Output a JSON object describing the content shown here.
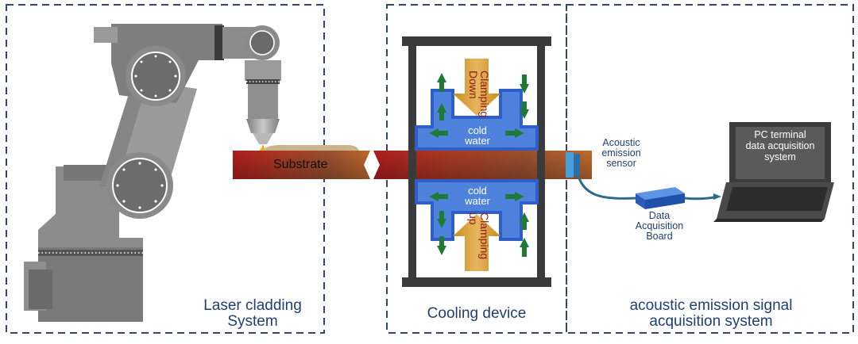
{
  "panels": {
    "laser": {
      "line1": "Laser cladding",
      "line2": "System"
    },
    "cooling": {
      "title": "Cooling device"
    },
    "acquisition": {
      "line1": "acoustic emission signal",
      "line2": "acquisition system"
    }
  },
  "labels": {
    "substrate": "Substrate",
    "cold_water_top": {
      "line1": "cold",
      "line2": "water"
    },
    "cold_water_bottom": {
      "line1": "cold",
      "line2": "water"
    },
    "clamping_down": {
      "line1": "Clamping",
      "line2": "Down"
    },
    "clamping_up": {
      "line1": "Clamping",
      "line2": "up"
    },
    "sensor": {
      "line1": "Acoustic",
      "line2": "emission",
      "line3": "sensor"
    },
    "board": {
      "line1": "Data",
      "line2": "Acquisition",
      "line3": "Board"
    },
    "pc": {
      "line1": "PC terminal",
      "line2": "data acquisition",
      "line3": "system"
    }
  },
  "colors": {
    "frame": "#34456e",
    "robot_dark": "#6e6e6e",
    "robot_mid": "#8c8c8c",
    "robot_light": "#a9a9a9",
    "cooling_blue": "#2f5fc6",
    "water_arrow": "#1f7a34",
    "clamp_arrow": "#d49a2c",
    "cable": "#2e6b8a"
  }
}
